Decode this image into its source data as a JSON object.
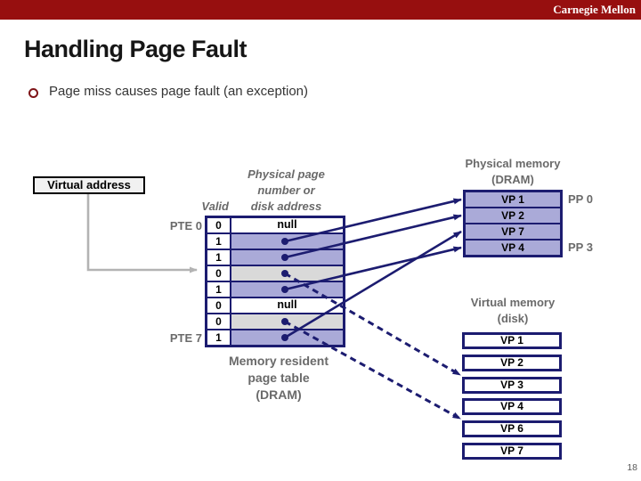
{
  "header": {
    "brand": "Carnegie Mellon"
  },
  "title": "Handling Page Fault",
  "bullet": "Page miss causes page fault (an exception)",
  "diagram": {
    "virtual_address_label": "Virtual address",
    "valid_header": "Valid",
    "ppn_header": [
      "Physical page",
      "number or",
      "disk address"
    ],
    "pte_first": "PTE 0",
    "pte_last": "PTE 7",
    "page_table": {
      "rows": [
        {
          "valid": "0",
          "text": "null",
          "state": "null"
        },
        {
          "valid": "1",
          "text": "",
          "state": "mapped"
        },
        {
          "valid": "1",
          "text": "",
          "state": "mapped"
        },
        {
          "valid": "0",
          "text": "",
          "state": "disk"
        },
        {
          "valid": "1",
          "text": "",
          "state": "mapped"
        },
        {
          "valid": "0",
          "text": "null",
          "state": "null"
        },
        {
          "valid": "0",
          "text": "",
          "state": "disk"
        },
        {
          "valid": "1",
          "text": "",
          "state": "mapped"
        }
      ],
      "caption": [
        "Memory resident",
        "page table",
        "(DRAM)"
      ]
    },
    "physical_memory": {
      "title": [
        "Physical memory",
        "(DRAM)"
      ],
      "rows": [
        "VP 1",
        "VP 2",
        "VP 7",
        "VP 4"
      ],
      "pp_labels": [
        {
          "label": "PP 0",
          "row": 0
        },
        {
          "label": "PP 3",
          "row": 3
        }
      ]
    },
    "virtual_memory": {
      "title": [
        "Virtual memory",
        "(disk)"
      ],
      "rows": [
        "VP 1",
        "VP 2",
        "VP 3",
        "VP 4",
        "VP 6",
        "VP 7"
      ]
    },
    "arrows": [
      {
        "from_pte": 1,
        "target": "dram",
        "target_row": 0,
        "style": "solid"
      },
      {
        "from_pte": 2,
        "target": "dram",
        "target_row": 1,
        "style": "solid"
      },
      {
        "from_pte": 4,
        "target": "dram",
        "target_row": 3,
        "style": "solid"
      },
      {
        "from_pte": 7,
        "target": "dram",
        "target_row": 2,
        "style": "solid"
      },
      {
        "from_pte": 3,
        "target": "disk",
        "target_row": 2,
        "style": "dashed"
      },
      {
        "from_pte": 6,
        "target": "disk",
        "target_row": 4,
        "style": "dashed"
      }
    ]
  },
  "colors": {
    "banner_red": "#970f0f",
    "navy": "#1c1c70",
    "mapped_fill": "#aaaad8",
    "disk_row_fill": "#d9d9d9",
    "label_gray": "#6a6a6a",
    "connector_gray": "#b3b3b3"
  },
  "page_number": "18"
}
